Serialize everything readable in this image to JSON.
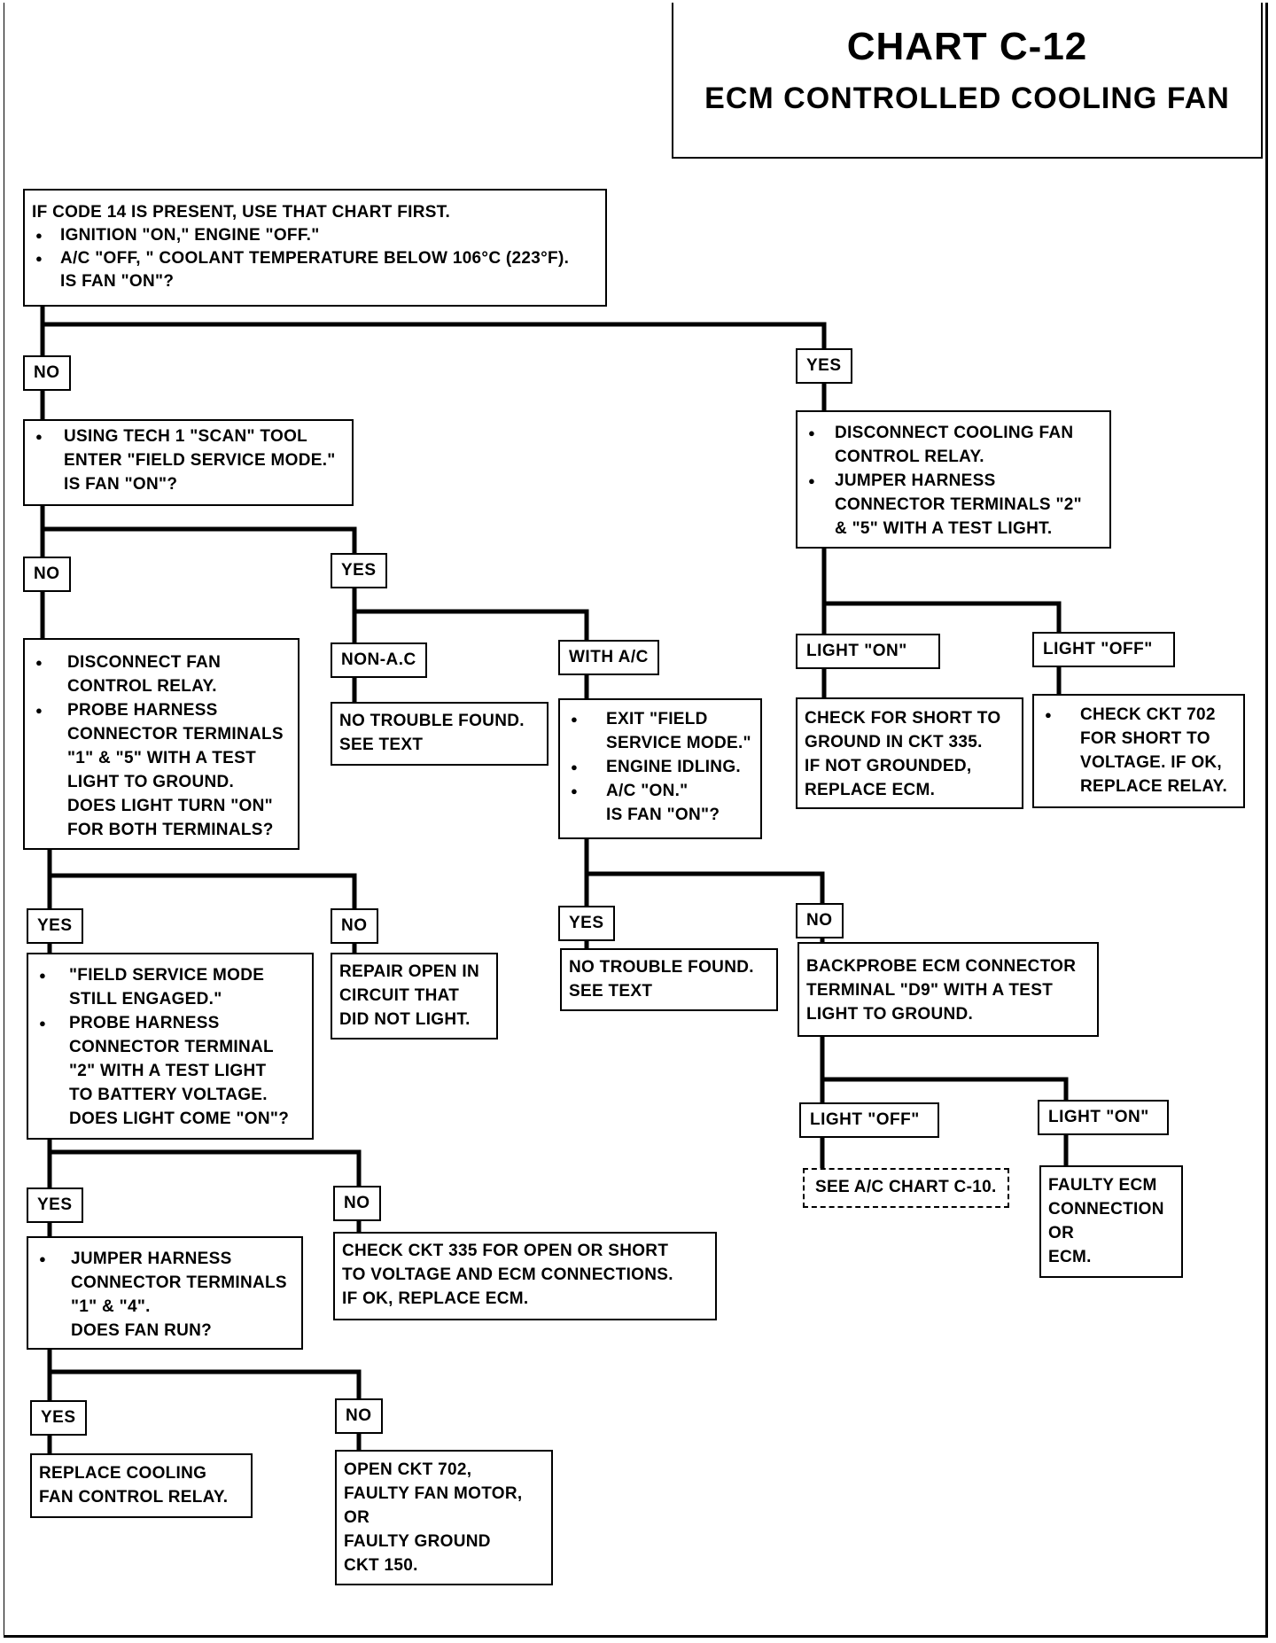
{
  "title": "CHART C-12",
  "subtitle": "ECM CONTROLLED COOLING FAN",
  "start": {
    "line1": "IF CODE 14 IS PRESENT, USE THAT CHART FIRST.",
    "bullet1": "IGNITION \"ON,\" ENGINE \"OFF.\"",
    "bullet2": "A/C \"OFF, \" COOLANT TEMPERATURE BELOW 106°C (223°F).",
    "line4": "IS FAN \"ON\"?"
  },
  "labels": {
    "no1": "NO",
    "yes1": "YES",
    "no2": "NO",
    "yes2": "YES",
    "nonac": "NON-A.C",
    "withac": "WITH A/C",
    "light_on1": "LIGHT \"ON\"",
    "light_off1": "LIGHT \"OFF\"",
    "yes3": "YES",
    "no3": "NO",
    "yes4": "YES",
    "no4": "NO",
    "light_off2": "LIGHT \"OFF\"",
    "light_on2": "LIGHT \"ON\"",
    "yes5": "YES",
    "no5": "NO",
    "yes6": "YES",
    "no6": "NO"
  },
  "scan": {
    "bullet1": "USING TECH 1 \"SCAN\" TOOL",
    "line2": "ENTER \"FIELD SERVICE MODE.\"",
    "line3": "IS FAN \"ON\"?"
  },
  "disconnect_relay": {
    "bullet1": "DISCONNECT COOLING FAN",
    "line2": "CONTROL RELAY.",
    "bullet2": "JUMPER HARNESS",
    "line4": "CONNECTOR TERMINALS \"2\"",
    "line5": "& \"5\" WITH A TEST LIGHT."
  },
  "probe15": {
    "bullet1": "DISCONNECT FAN",
    "line2": "CONTROL RELAY.",
    "bullet2": "PROBE HARNESS",
    "line4": "CONNECTOR TERMINALS",
    "line5": "\"1\" & \"5\" WITH A TEST",
    "line6": "LIGHT TO GROUND.",
    "line7": "DOES LIGHT TURN \"ON\"",
    "line8": "FOR BOTH TERMINALS?"
  },
  "ntf1": {
    "line1": "NO TROUBLE FOUND.",
    "line2": "SEE TEXT"
  },
  "exitfsm": {
    "bullet1": "EXIT \"FIELD",
    "line2": "SERVICE MODE.\"",
    "bullet2": "ENGINE IDLING.",
    "bullet3": "A/C \"ON.\"",
    "line5": "IS FAN \"ON\"?"
  },
  "short335": {
    "line1": "CHECK FOR  SHORT TO",
    "line2": "GROUND IN CKT 335.",
    "line3": "IF NOT GROUNDED,",
    "line4": "REPLACE ECM."
  },
  "ckt702": {
    "bullet1": "CHECK CKT 702",
    "line2": "FOR SHORT TO",
    "line3": "VOLTAGE. IF OK,",
    "line4": "REPLACE RELAY."
  },
  "fsm_probe2": {
    "bullet1": "\"FIELD SERVICE MODE",
    "line2": "STILL ENGAGED.\"",
    "bullet2": "PROBE HARNESS",
    "line4": "CONNECTOR TERMINAL",
    "line5": "\"2\" WITH A TEST LIGHT",
    "line6": "TO BATTERY VOLTAGE.",
    "line7": "DOES LIGHT COME \"ON\"?"
  },
  "repair_open": {
    "line1": "REPAIR OPEN IN",
    "line2": "CIRCUIT THAT",
    "line3": "DID NOT LIGHT."
  },
  "ntf2": {
    "line1": "NO TROUBLE FOUND.",
    "line2": "SEE TEXT"
  },
  "backprobe": {
    "line1": "BACKPROBE ECM CONNECTOR",
    "line2": "TERMINAL \"D9\" WITH A TEST",
    "line3": "LIGHT TO GROUND."
  },
  "see_ac": "SEE A/C CHART C-10.",
  "faulty_ecm": {
    "line1": "FAULTY ECM",
    "line2": "CONNECTION",
    "line3": "OR",
    "line4": "ECM."
  },
  "jumper14": {
    "bullet1": "JUMPER HARNESS",
    "line2": "CONNECTOR TERMINALS",
    "line3": "\"1\" & \"4\".",
    "line4": "DOES FAN RUN?"
  },
  "check335": {
    "line1": "CHECK CKT 335 FOR OPEN OR SHORT",
    "line2": "TO  VOLTAGE AND ECM CONNECTIONS.",
    "line3": "IF OK, REPLACE ECM."
  },
  "replace_relay": {
    "line1": "REPLACE COOLING",
    "line2": "FAN CONTROL RELAY."
  },
  "open702": {
    "line1": "OPEN CKT 702,",
    "line2": "FAULTY FAN MOTOR,",
    "line3": "OR",
    "line4": "FAULTY GROUND",
    "line5": "CKT 150."
  }
}
